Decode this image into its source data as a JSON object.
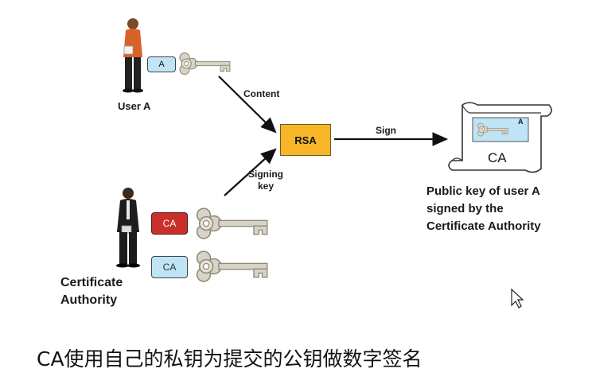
{
  "diagram": {
    "user_a_label": "User A",
    "user_a_key_tag": "A",
    "content_label": "Content",
    "rsa_label": "RSA",
    "sign_label": "Sign",
    "signing_key_label_line1": "Signing",
    "signing_key_label_line2": "key",
    "ca_private_key_tag": "CA",
    "ca_public_key_tag": "CA",
    "certificate_authority_line1": "Certificate",
    "certificate_authority_line2": "Authority",
    "certificate_title": "CA",
    "certificate_key_tag": "A",
    "result_line1": "Public key of user A",
    "result_line2": "signed by the",
    "result_line3": "Certificate Authority",
    "caption": "CA使用自己的私钥为提交的公钥做数字签名"
  },
  "colors": {
    "rsa_fill": "#f6b628",
    "private_key_tag": "#c9302c",
    "public_key_tag": "#bfe4f5",
    "key_metal": "#d7d3c6",
    "user_a_shirt": "#d9622b"
  },
  "icons": [
    "person-user-a-icon",
    "person-ca-icon",
    "key-icon",
    "certificate-scroll-icon",
    "mouse-cursor-icon"
  ]
}
